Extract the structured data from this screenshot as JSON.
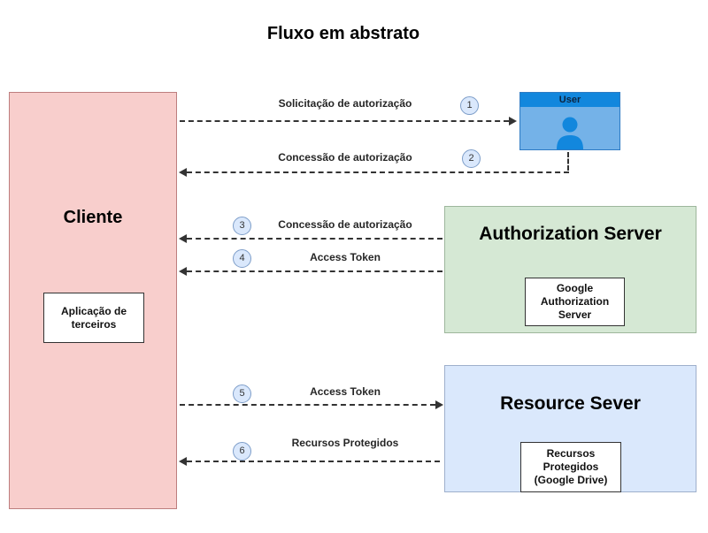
{
  "title": "Fluxo em abstrato",
  "nodes": {
    "client": {
      "label": "Cliente",
      "inner_label": "Aplicação de terceiros"
    },
    "user": {
      "label": "User"
    },
    "auth_server": {
      "label": "Authorization Server",
      "inner_label": "Google Authorization Server"
    },
    "resource_server": {
      "label": "Resource Sever",
      "inner_label": "Recursos Protegidos (Google Drive)"
    }
  },
  "flows": [
    {
      "number": "1",
      "label": "Solicitação de autorização",
      "direction": "right",
      "from": "Cliente",
      "to": "User"
    },
    {
      "number": "2",
      "label": "Concessão de autorização",
      "direction": "left",
      "from": "User",
      "to": "Cliente"
    },
    {
      "number": "3",
      "label": "Concessão de autorização",
      "direction": "left",
      "from": "Authorization Server",
      "to": "Cliente"
    },
    {
      "number": "4",
      "label": "Access Token",
      "direction": "left",
      "from": "Authorization Server",
      "to": "Cliente"
    },
    {
      "number": "5",
      "label": "Access Token",
      "direction": "right",
      "from": "Cliente",
      "to": "Resource Sever"
    },
    {
      "number": "6",
      "label": "Recursos Protegidos",
      "direction": "left",
      "from": "Resource Sever",
      "to": "Cliente"
    }
  ],
  "colors": {
    "client_fill": "#f8cecc",
    "client_border": "#bd7e7e",
    "auth_fill": "#d5e8d4",
    "auth_border": "#9eb69c",
    "resource_fill": "#dae8fc",
    "resource_border": "#9fb0cc",
    "user_header": "#1287dd",
    "user_body": "#74b2e8",
    "badge_fill": "#dae8fc",
    "badge_border": "#7e9ec9",
    "line": "#333333"
  }
}
